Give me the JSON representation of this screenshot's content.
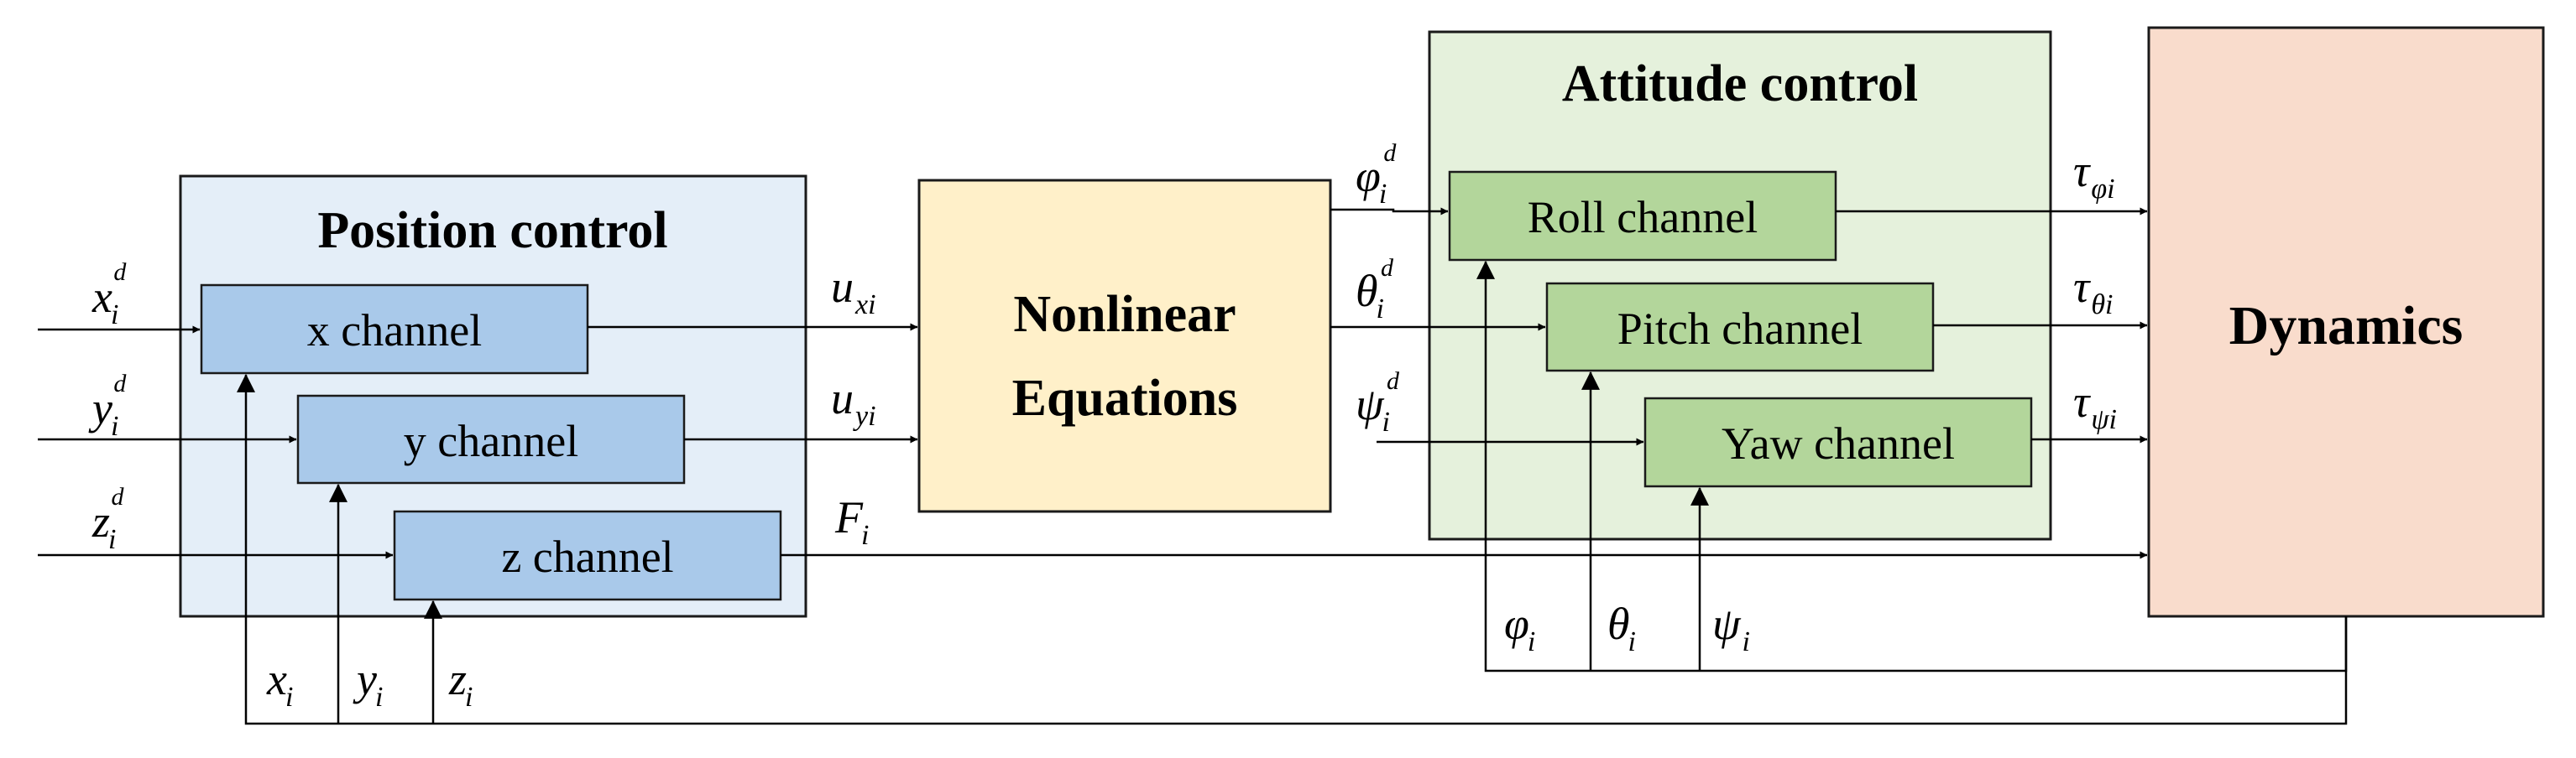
{
  "position_control": {
    "title": "Position control",
    "channels": [
      "x channel",
      "y channel",
      "z channel"
    ],
    "inputs": [
      {
        "base": "x",
        "sub": "i",
        "sup": "d"
      },
      {
        "base": "y",
        "sub": "i",
        "sup": "d"
      },
      {
        "base": "z",
        "sub": "i",
        "sup": "d"
      }
    ],
    "feedback": [
      {
        "base": "x",
        "sub": "i"
      },
      {
        "base": "y",
        "sub": "i"
      },
      {
        "base": "z",
        "sub": "i"
      }
    ]
  },
  "nonlinear": {
    "line1": "Nonlinear",
    "line2": "Equations"
  },
  "intermediate_signals": [
    {
      "base": "u",
      "sub": "xi"
    },
    {
      "base": "u",
      "sub": "yi"
    },
    {
      "base": "F",
      "sub": "i"
    }
  ],
  "attitude_control": {
    "title": "Attitude control",
    "channels": [
      "Roll channel",
      "Pitch channel",
      "Yaw channel"
    ],
    "inputs": [
      {
        "base": "φ",
        "sub": "i",
        "sup": "d"
      },
      {
        "base": "θ",
        "sub": "i",
        "sup": "d"
      },
      {
        "base": "ψ",
        "sub": "i",
        "sup": "d"
      }
    ],
    "outputs": [
      {
        "base": "τ",
        "sub": "φi"
      },
      {
        "base": "τ",
        "sub": "θi"
      },
      {
        "base": "τ",
        "sub": "ψi"
      }
    ],
    "feedback": [
      {
        "base": "φ",
        "sub": "i"
      },
      {
        "base": "θ",
        "sub": "i"
      },
      {
        "base": "ψ",
        "sub": "i"
      }
    ]
  },
  "dynamics": {
    "label": "Dynamics"
  },
  "colors": {
    "position_bg": "#e4eef8",
    "position_channel": "#a9c9ea",
    "nonlinear_bg": "#fff0c9",
    "attitude_bg": "#e5f1dc",
    "attitude_channel": "#b3d69b",
    "dynamics_bg": "#f9dccc"
  }
}
